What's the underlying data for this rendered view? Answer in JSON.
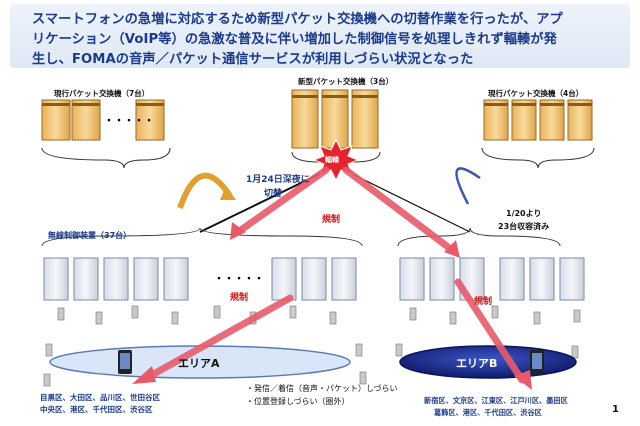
{
  "header": {
    "lines": [
      "スマートフォンの急増に対応するため新型パケット交換機への切替作業を行ったが、アプ",
      "リケーション（VoIP等）の急激な普及に伴い増加した制御信号を処理しきれず輻輳が発",
      "生し、FOMAの音声／パケット通信サービスが利用しづらい状況となった"
    ]
  },
  "labels": {
    "current_left": "現行パケット交換機（7台）",
    "new_center": "新型パケット交換機（3台）",
    "current_right": "現行パケット交換機（4台）",
    "congestion": "輻輳",
    "switch_note_1": "1月24日深夜に",
    "switch_note_2": "切替",
    "control_top": "規制",
    "control_left": "規制",
    "control_right": "規制",
    "rnc": "無線制御装置（37台）",
    "right_note_1": "1/20より",
    "right_note_2": "23台収容済み",
    "area_a": "エリアA",
    "area_b": "エリアB",
    "symptom_1": "・発信／着信（音声・パケット）しづらい",
    "symptom_2": "・位置登録しづらい（圏外）",
    "left_wards_1": "目黒区、大田区、品川区、世田谷区",
    "left_wards_2": "中央区、港区、千代田区、渋谷区",
    "right_wards_1": "新宿区、文京区、江東区、江戸川区、墨田区",
    "right_wards_2": "葛飾区、港区、千代田区、渋谷区",
    "page_number": "1",
    "dots": "・・・・・"
  },
  "colors": {
    "title": "#1a3a8a",
    "server": "#f2c879",
    "congestion": "#e8222a",
    "arrow": "#e85a6a",
    "area_a": "#d8e6f8",
    "area_b": "#1c2e8c"
  }
}
